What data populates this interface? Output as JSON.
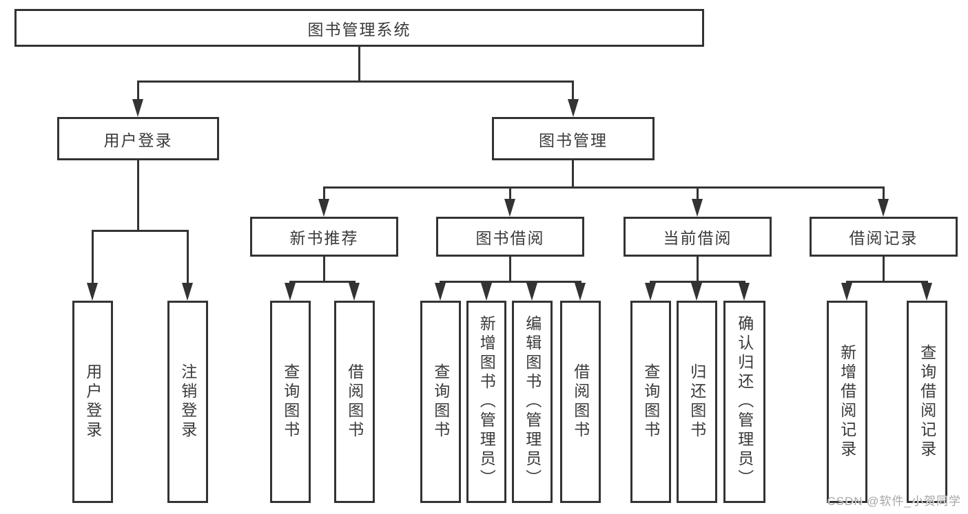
{
  "diagram": {
    "type": "hierarchy-tree",
    "title": "图书管理系统",
    "watermark": "CSDN @软件_小贺同学",
    "colors": {
      "line": "#333333",
      "text": "#3a3a3a",
      "watermark": "#a6a6a6",
      "background": "#ffffff"
    },
    "icons": {
      "arrowhead": "solid-downward-triangle (css border shape)"
    },
    "nodes": {
      "root": {
        "label": "图书管理系统"
      },
      "level2": [
        {
          "label": "用户登录",
          "parent": "图书管理系统"
        },
        {
          "label": "图书管理",
          "parent": "图书管理系统"
        }
      ],
      "level3": [
        {
          "label": "新书推荐",
          "parent": "图书管理"
        },
        {
          "label": "图书借阅",
          "parent": "图书管理"
        },
        {
          "label": "当前借阅",
          "parent": "图书管理"
        },
        {
          "label": "借阅记录",
          "parent": "图书管理"
        }
      ],
      "leaves": [
        {
          "label": "用户登录",
          "parent": "用户登录"
        },
        {
          "label": "注销登录",
          "parent": "用户登录"
        },
        {
          "label": "查询图书",
          "parent": "新书推荐"
        },
        {
          "label": "借阅图书",
          "parent": "新书推荐"
        },
        {
          "label": "查询图书",
          "parent": "图书借阅"
        },
        {
          "label": "新增图书（管理员）",
          "parent": "图书借阅"
        },
        {
          "label": "编辑图书（管理员）",
          "parent": "图书借阅"
        },
        {
          "label": "借阅图书",
          "parent": "图书借阅"
        },
        {
          "label": "查询图书",
          "parent": "当前借阅"
        },
        {
          "label": "归还图书",
          "parent": "当前借阅"
        },
        {
          "label": "确认归还（管理员）",
          "parent": "当前借阅"
        },
        {
          "label": "新增借阅记录",
          "parent": "借阅记录"
        },
        {
          "label": "查询借阅记录",
          "parent": "借阅记录"
        }
      ]
    }
  }
}
